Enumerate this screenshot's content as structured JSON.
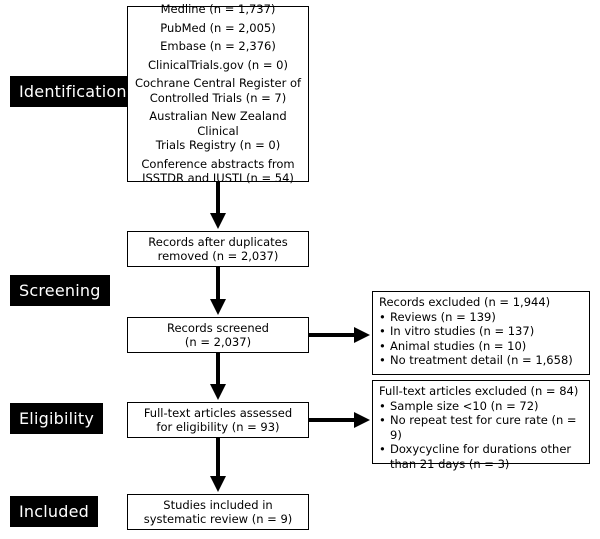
{
  "stages": [
    "Identification",
    "Screening",
    "Eligibility",
    "Included"
  ],
  "identification": {
    "sources": [
      [
        "Medline (n = 1,737)"
      ],
      [
        "PubMed (n = 2,005)"
      ],
      [
        "Embase (n = 2,376)"
      ],
      [
        "ClinicalTrials.gov (n = 0)"
      ],
      [
        "Cochrane Central Register of",
        "Controlled Trials (n = 7)"
      ],
      [
        "Australian New Zealand Clinical",
        "Trials Registry (n = 0)"
      ],
      [
        "Conference abstracts from",
        "ISSTDR and IUSTI (n = 54)"
      ]
    ]
  },
  "after_duplicates": [
    "Records after duplicates",
    "removed (n = 2,037)"
  ],
  "screened": [
    "Records screened",
    "(n = 2,037)"
  ],
  "excluded_records": {
    "title": "Records excluded (n = 1,944)",
    "items": [
      "Reviews (n = 139)",
      "In vitro studies (n = 137)",
      "Animal studies (n = 10)",
      "No treatment detail (n = 1,658)"
    ]
  },
  "fulltext": [
    "Full-text articles assessed",
    "for eligibility (n = 93)"
  ],
  "excluded_fulltext": {
    "title": "Full-text articles excluded (n = 84)",
    "items": [
      "Sample size <10 (n = 72)",
      "No repeat test for cure rate (n = 9)",
      "Doxycycline for durations other than 21 days (n = 3)"
    ]
  },
  "included": [
    "Studies included in",
    "systematic review (n = 9)"
  ]
}
